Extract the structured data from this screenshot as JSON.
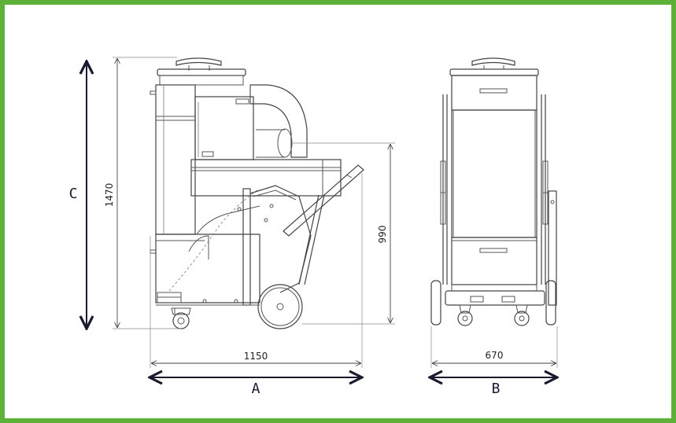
{
  "frame": {
    "border_color": "#5db038",
    "background": "#ffffff"
  },
  "dimensions": {
    "height_total": "1470",
    "height_inlet": "990",
    "length": "1150",
    "width": "670"
  },
  "letters": {
    "a": "A",
    "b": "B",
    "c": "C"
  },
  "colors": {
    "line": "#555555",
    "arrow": "#1a1a2e"
  }
}
